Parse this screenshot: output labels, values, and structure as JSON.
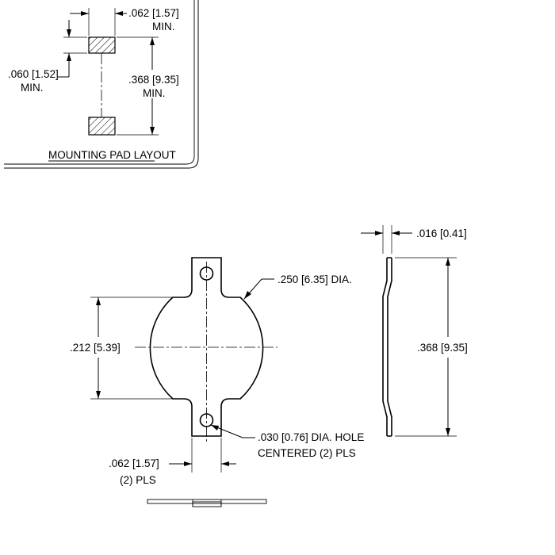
{
  "pad_layout": {
    "dim_pad_length": ".062 [1.57]",
    "dim_pad_length_min": "MIN.",
    "dim_pad_gap": ".060 [1.52]",
    "dim_pad_gap_min": "MIN.",
    "dim_pad_spacing": ".368 [9.35]",
    "dim_pad_spacing_min": "MIN.",
    "title": "MOUNTING PAD LAYOUT"
  },
  "top_view": {
    "dim_radius": ".250 [6.35] DIA.",
    "dim_width": ".212 [5.39]",
    "dim_hole": ".030 [0.76] DIA. HOLE",
    "dim_hole_note": "CENTERED (2) PLS",
    "dim_tab_width": ".062 [1.57]",
    "dim_tab_width_note": "(2) PLS"
  },
  "side_view": {
    "dim_thickness": ".016 [0.41]",
    "dim_height": ".368 [9.35]"
  }
}
